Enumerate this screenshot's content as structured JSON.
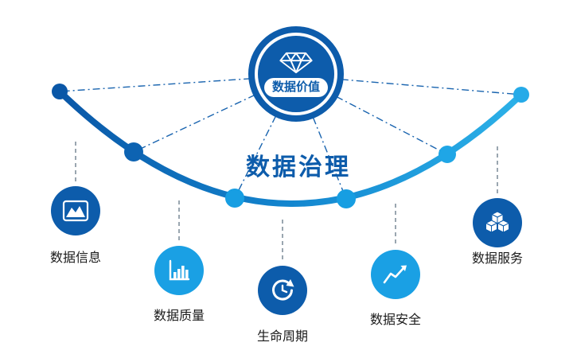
{
  "diagram": {
    "heading": "数据治理",
    "center": {
      "label": "数据价值",
      "icon": "diamond-icon"
    },
    "items": [
      {
        "label": "数据信息",
        "icon": "image-chart-icon",
        "color": "#0d5cab"
      },
      {
        "label": "数据质量",
        "icon": "bar-chart-icon",
        "color": "#1aa0e4"
      },
      {
        "label": "生命周期",
        "icon": "lifecycle-arrow-icon",
        "color": "#0d5cab"
      },
      {
        "label": "数据安全",
        "icon": "line-chart-icon",
        "color": "#1aa0e4"
      },
      {
        "label": "数据服务",
        "icon": "cubes-icon",
        "color": "#0d5cab"
      }
    ],
    "colors": {
      "primary": "#0d5cab",
      "accent": "#1aa0e4",
      "arc_gradient_start": "#0a57a7",
      "arc_gradient_end": "#2cb1e8",
      "connector_gray": "#9aa6b0",
      "text": "#1a1a1a",
      "background": "#ffffff"
    }
  }
}
